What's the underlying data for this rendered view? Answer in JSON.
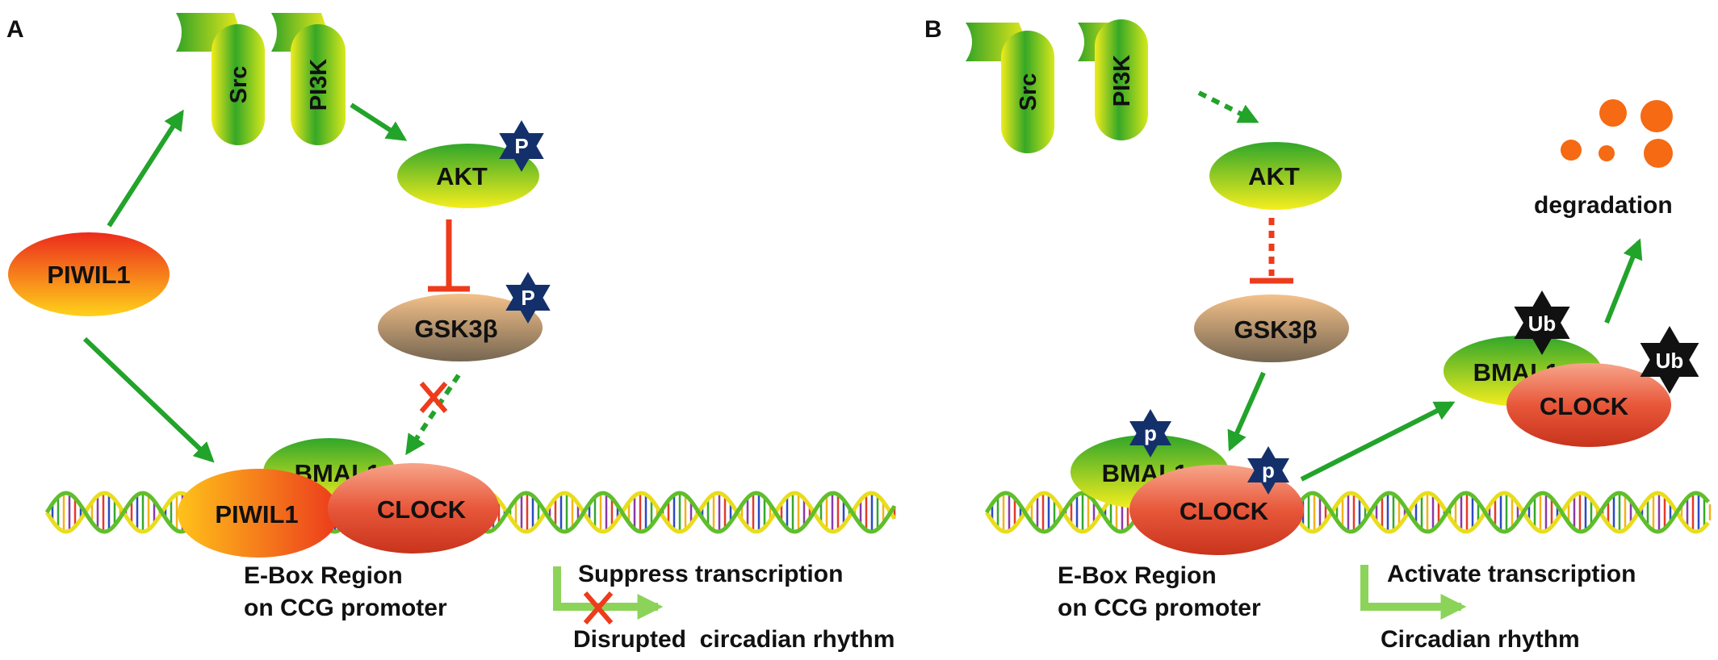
{
  "panels": [
    {
      "letter": "A",
      "src": "Src",
      "pi3k": "PI3K",
      "akt": "AKT",
      "gsk": "GSK3β",
      "piwil1_free": "PIWIL1",
      "piwil1_bound": "PIWIL1",
      "bmal1": "BMAL1",
      "clock": "CLOCK",
      "phospho": "P",
      "ebox_line1": "E-Box Region",
      "ebox_line2": "on CCG promoter",
      "transcription": "Suppress transcription",
      "rhythm": "Disrupted  circadian rhythm"
    },
    {
      "letter": "B",
      "src": "Src",
      "pi3k": "PI3K",
      "akt": "AKT",
      "gsk": "GSK3β",
      "bmal1": "BMAL1",
      "clock": "CLOCK",
      "bmal1_ub": "BMAL1",
      "clock_ub": "CLOCK",
      "phospho": "p",
      "ubiquitin": "Ub",
      "degradation": "degradation",
      "ebox_line1": "E-Box Region",
      "ebox_line2": "on CCG promoter",
      "transcription": "Activate transcription",
      "rhythm": "Circadian rhythm"
    }
  ],
  "colors": {
    "activation_arrow": "#22a32a",
    "inhibition": "#ee3b1b",
    "phospho_star": "#14306b",
    "ubiquitin_star": "#111111",
    "degradation_fragments": "#f56a12",
    "transcription_arrow": "#8cd35a"
  }
}
